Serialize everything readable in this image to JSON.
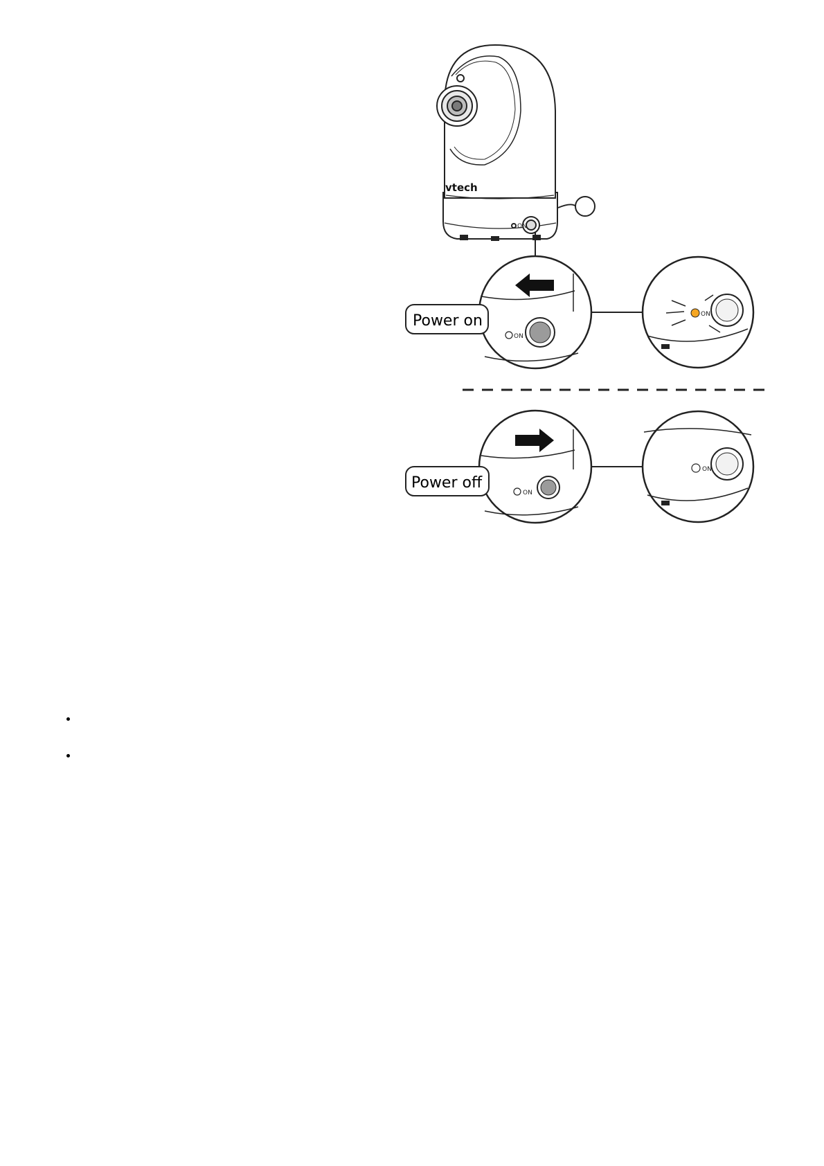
{
  "figure": {
    "brand": "vtech",
    "callout_power_on": "Power on",
    "callout_power_off": "Power off",
    "switch_label": "ON",
    "led_color": "#f5a623",
    "icons": {
      "arrow_power_on": "arrow-left-icon",
      "arrow_power_off": "arrow-right-icon"
    }
  },
  "bullets": [
    {
      "text": ""
    },
    {
      "text": ""
    }
  ]
}
